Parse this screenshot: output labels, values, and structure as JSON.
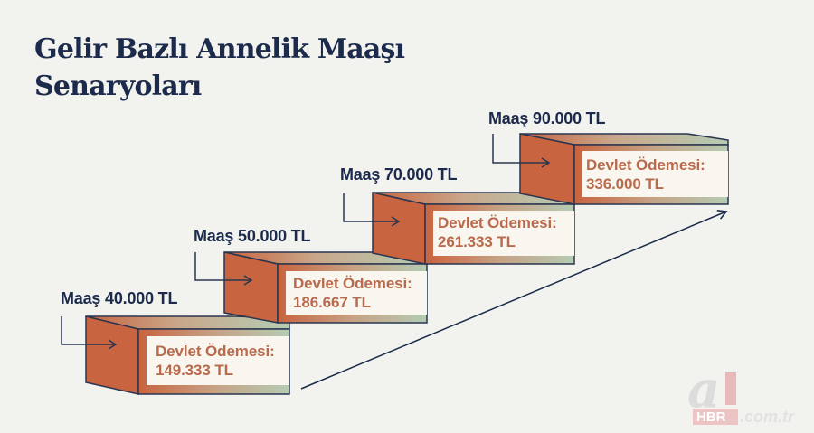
{
  "title": {
    "line1": "Gelir Bazlı Annelik Maaşı",
    "line2": "Senaryoları"
  },
  "colors": {
    "background": "#f2f2ee",
    "title": "#1c2b4b",
    "box_side": "#c8643f",
    "box_top_green": "#b5ccb4",
    "label_panel": "#f8f6ef",
    "payment_text": "#b96a4c",
    "outline": "#2a3550"
  },
  "steps": [
    {
      "salary": "Maaş 40.000 TL",
      "payment_label": "Devlet Ödemesi:",
      "payment_value": "149.333 TL"
    },
    {
      "salary": "Maaş 50.000 TL",
      "payment_label": "Devlet Ödemesi:",
      "payment_value": "186.667 TL"
    },
    {
      "salary": "Maaş 70.000 TL",
      "payment_label": "Devlet Ödemesi:",
      "payment_value": "261.333 TL"
    },
    {
      "salary": "Maaş 90.000 TL",
      "payment_label": "Devlet Ödemesi:",
      "payment_value": "336.000 TL"
    }
  ],
  "watermark": {
    "letter": "a",
    "brand": "HBR",
    "domain": ".com.tr"
  },
  "chart_data": {
    "type": "bar",
    "title": "Gelir Bazlı Annelik Maaşı Senaryoları",
    "categories": [
      "Maaş 40.000 TL",
      "Maaş 50.000 TL",
      "Maaş 70.000 TL",
      "Maaş 90.000 TL"
    ],
    "series": [
      {
        "name": "Devlet Ödemesi (TL)",
        "values": [
          149333,
          186667,
          261333,
          336000
        ]
      }
    ],
    "x": [
      40000,
      50000,
      70000,
      90000
    ],
    "xlabel": "Maaş (TL)",
    "ylabel": "Devlet Ödemesi (TL)",
    "annotations": [
      "upward trend arrow"
    ]
  }
}
